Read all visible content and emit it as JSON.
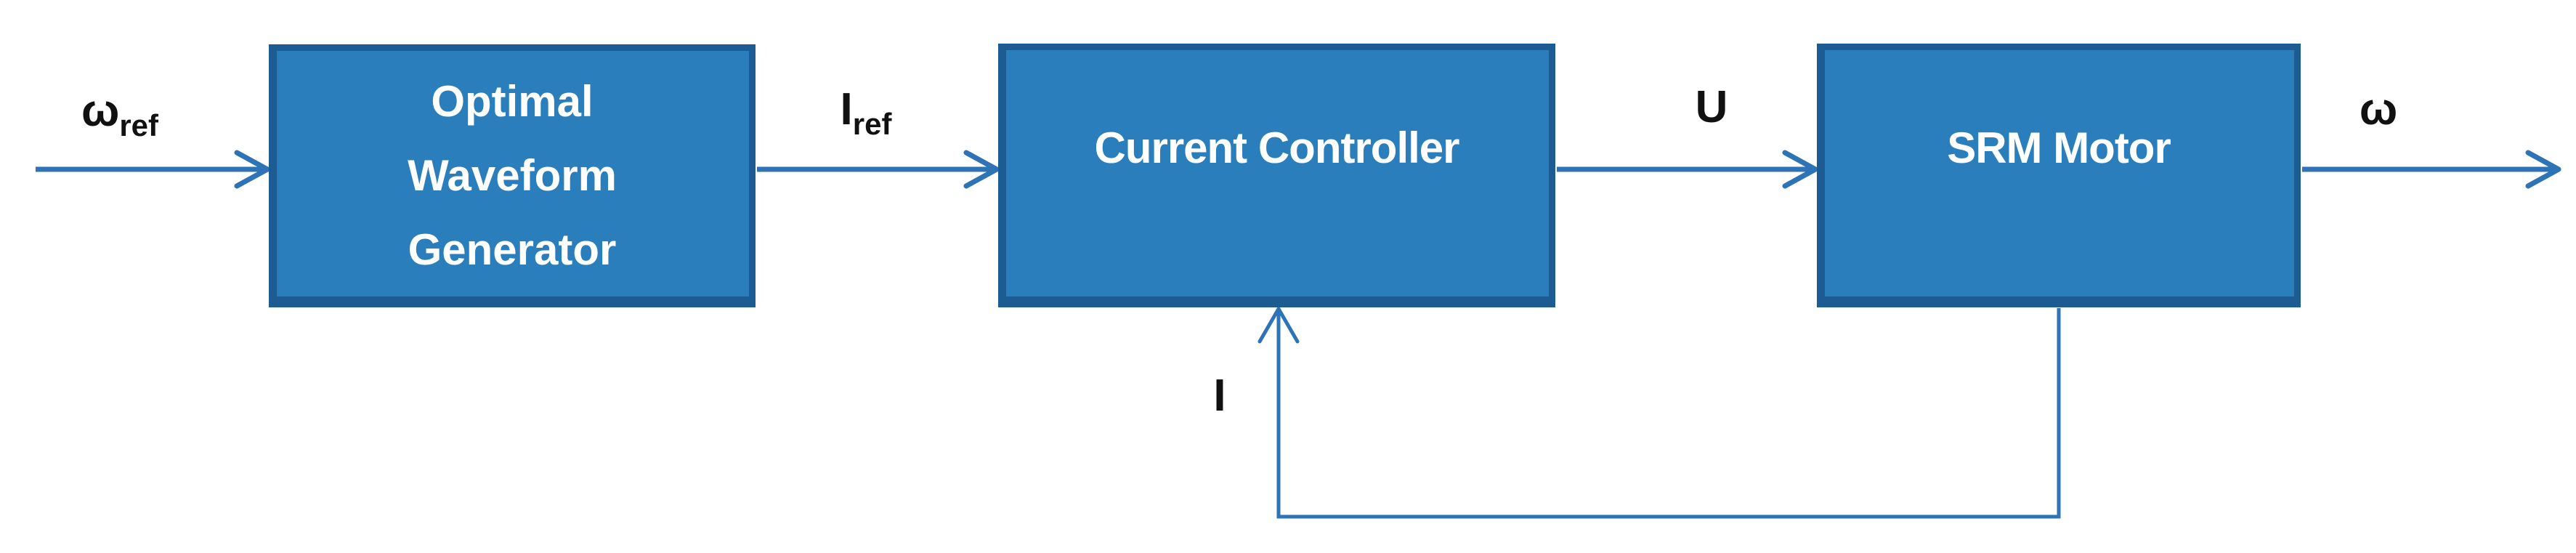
{
  "diagram": {
    "type": "control-system-block-diagram",
    "blocks": {
      "generator": {
        "lines": [
          "Optimal",
          "Waveform",
          "Generator"
        ]
      },
      "controller": {
        "label": "Current Controller"
      },
      "motor": {
        "label": "SRM Motor"
      }
    },
    "signals": {
      "omega_ref": {
        "base": "ω",
        "sub": "ref"
      },
      "i_ref": {
        "base": "I",
        "sub": "ref"
      },
      "u": {
        "base": "U",
        "sub": ""
      },
      "omega_out": {
        "base": "ω",
        "sub": ""
      },
      "i_feedback": {
        "base": "I",
        "sub": ""
      }
    },
    "connections": [
      {
        "from": "omega_ref input",
        "to": "generator"
      },
      {
        "from": "generator",
        "to": "controller",
        "signal": "I ref"
      },
      {
        "from": "controller",
        "to": "motor",
        "signal": "U"
      },
      {
        "from": "motor",
        "to": "omega output",
        "signal": "ω"
      },
      {
        "from": "motor bottom",
        "to": "controller bottom",
        "signal": "I",
        "type": "feedback"
      }
    ],
    "colors": {
      "block_fill": "#2A7EBB",
      "block_border": "#1D5C92",
      "arrow": "#2E73B6",
      "label_text": "#111111",
      "block_text": "#FFFFFF",
      "background": "#FFFFFF"
    }
  }
}
